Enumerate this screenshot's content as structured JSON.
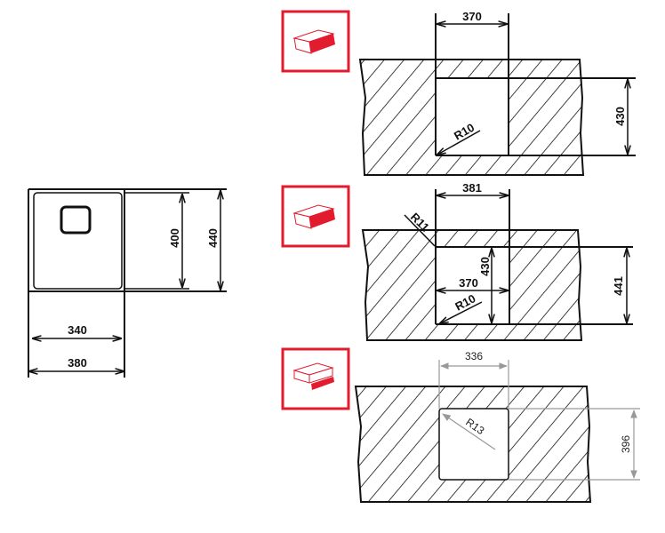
{
  "sink_plan": {
    "width_inner": "340",
    "width_outer": "380",
    "depth_inner": "400",
    "depth_outer": "440"
  },
  "installation_views": [
    {
      "name": "flush-mount",
      "width": "370",
      "depth": "430",
      "radius": "R10"
    },
    {
      "name": "inset-mount",
      "width_outer": "381",
      "radius_outer": "R11",
      "width_inner": "370",
      "depth_inner": "430",
      "depth_outer": "441",
      "radius_inner": "R10"
    },
    {
      "name": "undermount",
      "width": "336",
      "depth": "396",
      "radius": "R13"
    }
  ],
  "colors": {
    "accent": "#e31b2f",
    "line": "#111111",
    "dim_grey": "#999999"
  }
}
